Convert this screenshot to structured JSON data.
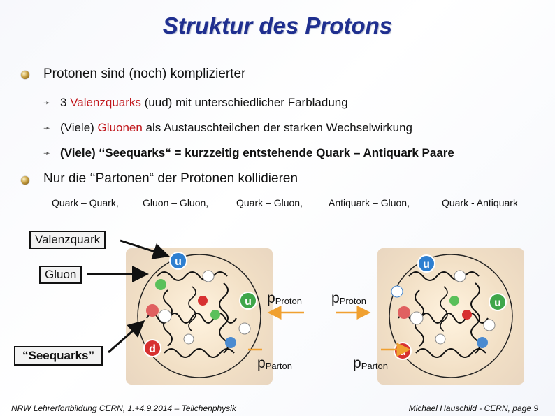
{
  "title": "Struktur des Protons",
  "bullets": {
    "b1": "Protonen sind (noch) komplizierter",
    "b1_sub": [
      {
        "pre": "3 ",
        "red": "Valenzquarks",
        "post": " (uud) mit unterschiedlicher Farbladung"
      },
      {
        "pre": "(Viele) ",
        "red": "Gluonen",
        "post": " als Austauschteilchen der starken Wechselwirkung"
      },
      {
        "pre": "(Viele) ‘‘Seequarks“ = kurzzeitig entstehende Quark – Antiquark Paare",
        "red": "",
        "post": ""
      }
    ],
    "b2": "Nur die ‘‘Partonen“ der Protonen kollidieren"
  },
  "collisions": [
    "Quark – Quark,",
    "Gluon – Gluon,",
    "Quark – Gluon,",
    "Antiquark – Gluon,",
    "Quark - Antiquark"
  ],
  "labels": {
    "valenzquark": "Valenzquark",
    "gluon": "Gluon",
    "seequarks": "“Seequarks”"
  },
  "momentum": {
    "p": "p",
    "proton_sub": "Proton",
    "parton_sub": "Parton"
  },
  "quark_letters": {
    "u": "u",
    "d": "d"
  },
  "footer": {
    "left": "NRW Lehrerfortbildung CERN, 1.+4.9.2014 – Teilchenphysik",
    "right": "Michael Hauschild - CERN, page 9"
  },
  "colors": {
    "title": "#1f2f8f",
    "red": "#c0151b",
    "arrow": "#f0a030",
    "u_quark": "#2e7fd0",
    "d_quark": "#d73030"
  }
}
